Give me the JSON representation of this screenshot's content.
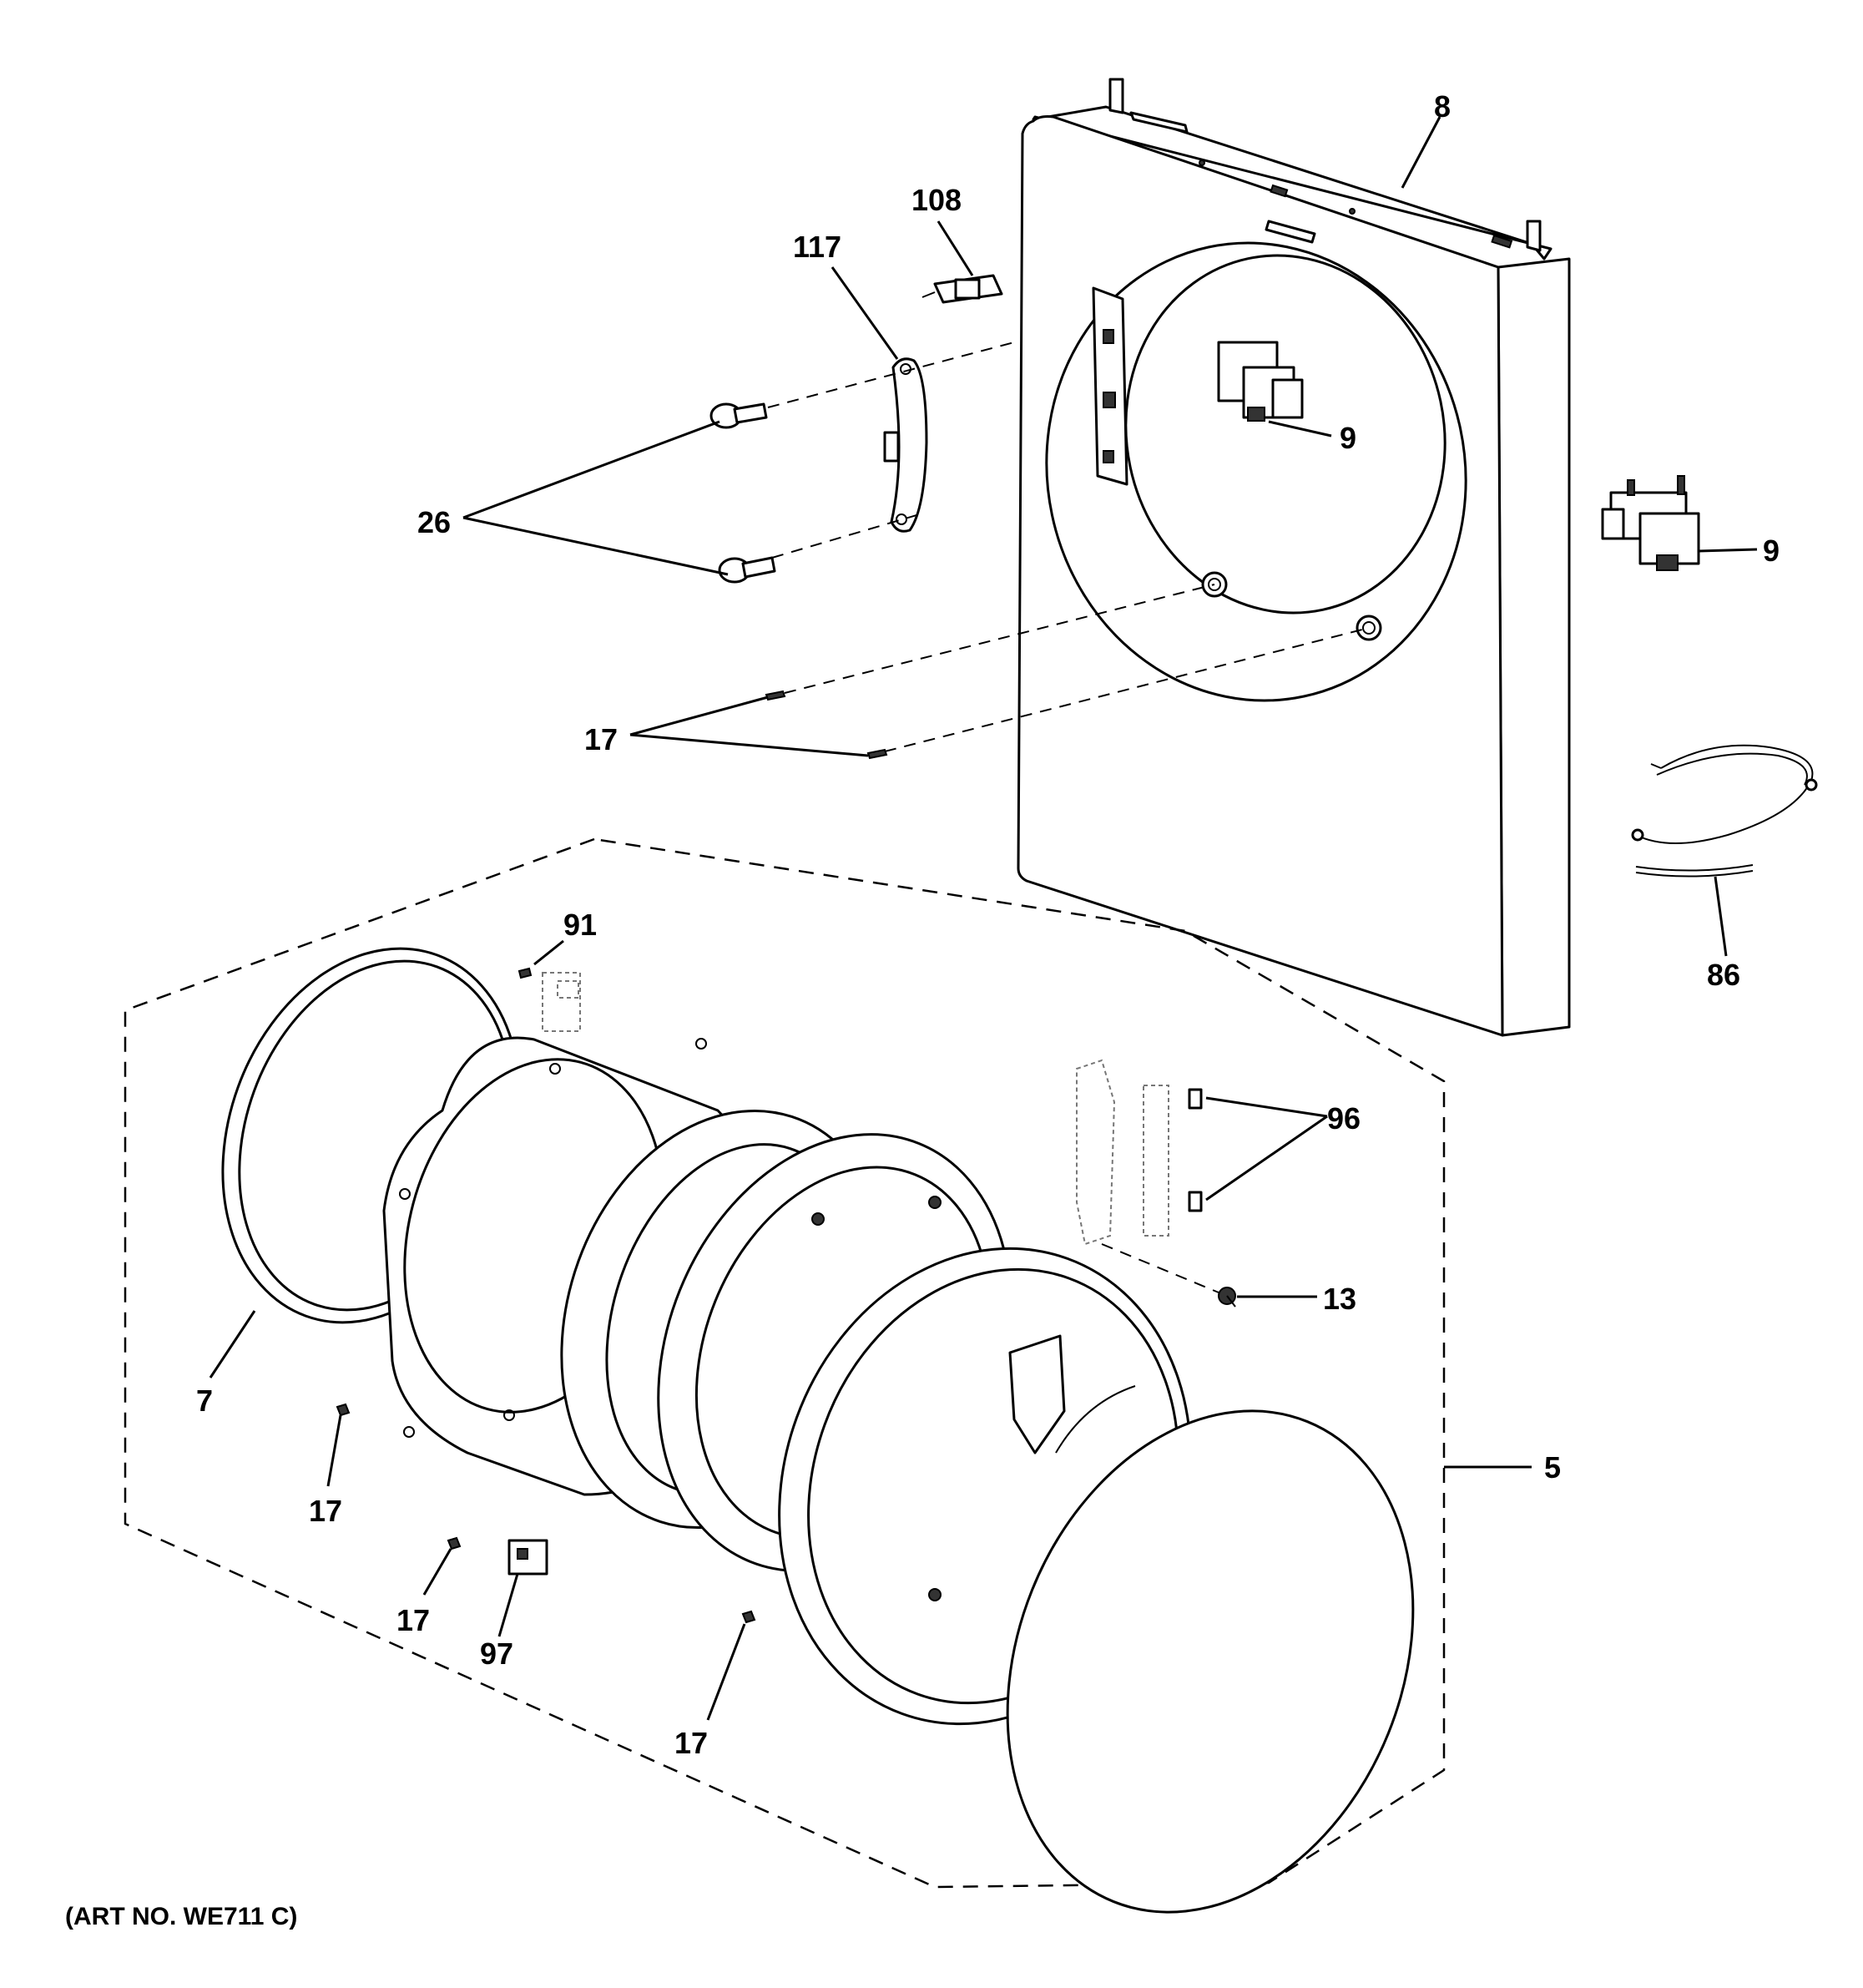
{
  "diagram": {
    "art_number": "(ART NO. WE711 C)",
    "callouts": [
      {
        "id": "c8",
        "label": "8"
      },
      {
        "id": "c108",
        "label": "108"
      },
      {
        "id": "c117",
        "label": "117"
      },
      {
        "id": "c9a",
        "label": "9"
      },
      {
        "id": "c9b",
        "label": "9"
      },
      {
        "id": "c26",
        "label": "26"
      },
      {
        "id": "c17a",
        "label": "17"
      },
      {
        "id": "c86",
        "label": "86"
      },
      {
        "id": "c91",
        "label": "91"
      },
      {
        "id": "c96",
        "label": "96"
      },
      {
        "id": "c13",
        "label": "13"
      },
      {
        "id": "c7",
        "label": "7"
      },
      {
        "id": "c5",
        "label": "5"
      },
      {
        "id": "c17b",
        "label": "17"
      },
      {
        "id": "c17c",
        "label": "17"
      },
      {
        "id": "c97",
        "label": "97"
      },
      {
        "id": "c17d",
        "label": "17"
      }
    ]
  }
}
